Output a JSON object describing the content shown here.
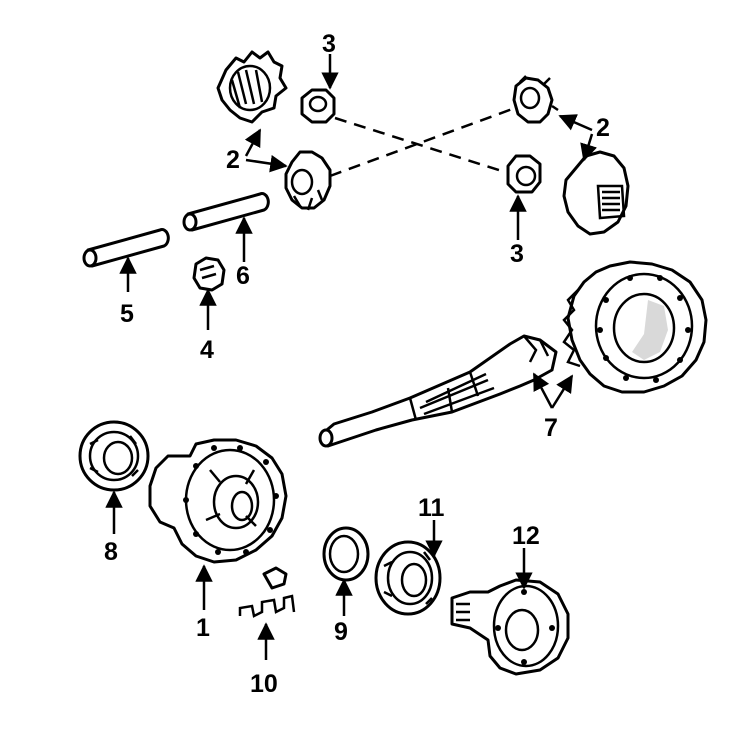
{
  "diagram": {
    "callouts": [
      {
        "id": "1",
        "text": "1"
      },
      {
        "id": "2a",
        "text": "2"
      },
      {
        "id": "2b",
        "text": "2"
      },
      {
        "id": "3a",
        "text": "3"
      },
      {
        "id": "3b",
        "text": "3"
      },
      {
        "id": "4",
        "text": "4"
      },
      {
        "id": "5",
        "text": "5"
      },
      {
        "id": "6",
        "text": "6"
      },
      {
        "id": "7",
        "text": "7"
      },
      {
        "id": "8",
        "text": "8"
      },
      {
        "id": "9",
        "text": "9"
      },
      {
        "id": "10",
        "text": "10"
      },
      {
        "id": "11",
        "text": "11"
      },
      {
        "id": "12",
        "text": "12"
      }
    ]
  }
}
